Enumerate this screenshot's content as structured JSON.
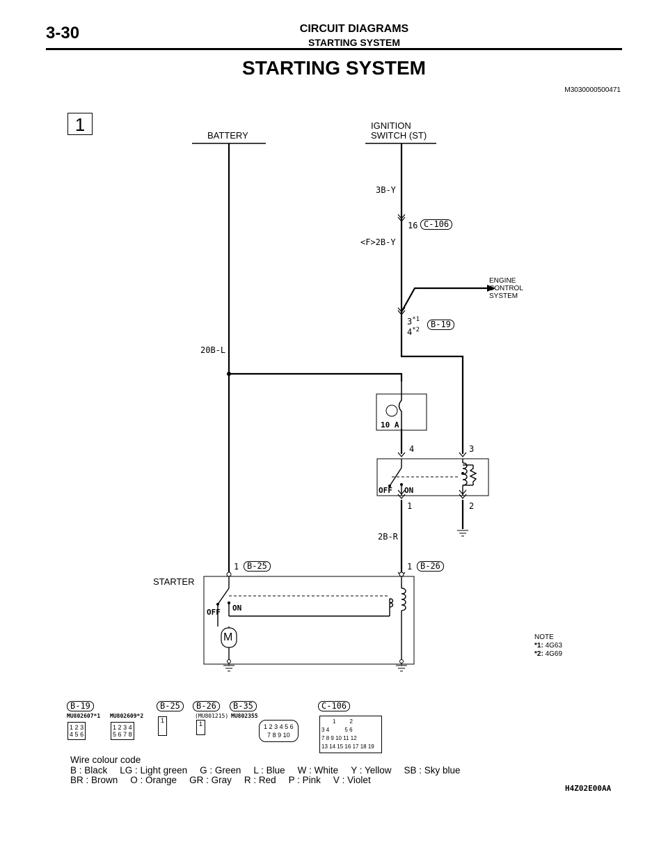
{
  "header": {
    "page_number": "3-30",
    "section": "CIRCUIT DIAGRAMS",
    "subsection": "STARTING SYSTEM",
    "title": "STARTING SYSTEM",
    "doc_id": "M3030000500471"
  },
  "sheet_number": "1",
  "sources": {
    "battery": "BATTERY",
    "ignition_line1": "IGNITION",
    "ignition_line2": "SWITCH (ST)"
  },
  "wires": {
    "w_3b_y": "3B-Y",
    "w_f_2b_y": "<F>2B-Y",
    "w_20b_l": "20B-L",
    "w_2b_r": "2B-R"
  },
  "pins": {
    "c106_pin": "16",
    "b19_pin_a": "3",
    "b19_star_a": "*1",
    "b19_pin_b": "4",
    "b19_star_b": "*2",
    "relay_4": "4",
    "relay_3": "3",
    "relay_1": "1",
    "relay_2": "2",
    "b25_pin": "1",
    "b26_pin": "1"
  },
  "connector_tags": {
    "c106": "C-106",
    "b19": "B-19",
    "b25": "B-25",
    "b26": "B-26"
  },
  "engine_control": {
    "line1": "ENGINE",
    "line2": "CONTROL",
    "line3": "SYSTEM"
  },
  "fuse": {
    "rating": "10 A"
  },
  "relay": {
    "off": "OFF",
    "on": "ON"
  },
  "starter": {
    "label": "STARTER",
    "off": "OFF",
    "on": "ON",
    "motor": "M"
  },
  "note": {
    "title": "NOTE",
    "star1": "*1:",
    "star1_val": "4G63",
    "star2": "*2:",
    "star2_val": "4G69"
  },
  "connectors": {
    "b19": "B-19",
    "b25": "B-25",
    "b26": "B-26",
    "b35": "B-35",
    "c106": "C-106",
    "mu802607": "MU802607*1",
    "mu802609": "MU802609*2",
    "mu801215": "(MU801215)",
    "mu802355": "MU802355",
    "b19a_top": [
      "1",
      "2",
      "3"
    ],
    "b19a_bot": [
      "4",
      "5",
      "6"
    ],
    "b19b_top": [
      "1",
      "2",
      "3",
      "4"
    ],
    "b19b_bot": [
      "5",
      "6",
      "7",
      "8"
    ],
    "b25_pin": "1",
    "b26_pin": "1",
    "b35_top": [
      "1",
      "2",
      "3",
      "4",
      "5",
      "6"
    ],
    "b35_bot": [
      "7",
      "8",
      "9",
      "10"
    ],
    "c106_pins": [
      "1",
      "2",
      "3",
      "4",
      "5",
      "6",
      "7",
      "8",
      "9",
      "10",
      "11",
      "12",
      "13",
      "14",
      "15",
      "16",
      "17",
      "18",
      "19"
    ]
  },
  "legend": {
    "title": "Wire colour code",
    "row1": [
      "B : Black",
      "LG : Light green",
      "G : Green",
      "L : Blue",
      "W : White",
      "Y : Yellow",
      "SB : Sky blue"
    ],
    "row2": [
      "BR : Brown",
      "O : Orange",
      "GR : Gray",
      "R : Red",
      "P : Pink",
      "V : Violet"
    ]
  },
  "figure_code": "H4Z02E00AA"
}
